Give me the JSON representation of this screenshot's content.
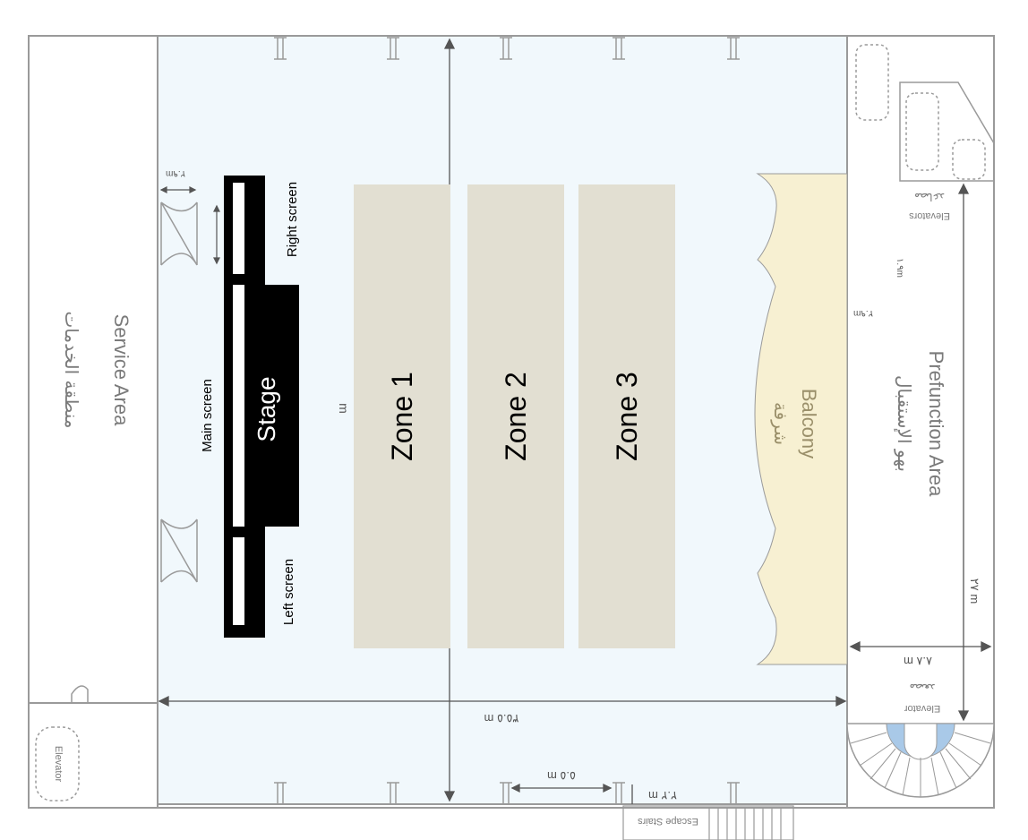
{
  "labels": {
    "service_area": "Service Area",
    "service_area_ar": "منطقة الخدمات",
    "prefunction_area": "Prefunction Area",
    "prefunction_area_ar": "بهو الإستقبال",
    "stage": "Stage",
    "main_screen": "Main screen",
    "right_screen": "Right screen",
    "left_screen": "Left screen",
    "zone1": "Zone 1",
    "zone2": "Zone 2",
    "zone3": "Zone 3",
    "balcony": "Balcony",
    "balcony_ar": "شرفة",
    "elevator_left": "Elevator",
    "elevators_top": "Elevators",
    "elevators_top_ar": "مصاعد",
    "elevator_bottom": "Elevator",
    "elevator_bottom_ar": "مصعد",
    "escape_stairs": "Escape Stairs"
  },
  "dimensions": {
    "hall_length": "٣٥.٥ m",
    "hall_width_partial": "m",
    "prefunction_length": "٢٧ m",
    "prefunction_width": "٨.٨ m",
    "door_width_left": "٢.٩m",
    "door_width_right": "٢.٩m",
    "door_depth_right": "١.٩m",
    "stairs_gap": "٥.٥ m",
    "stairs_width": "٢.٢ m"
  },
  "colors": {
    "hall_fill": "#f1f8fc",
    "line": "#9a9a9a",
    "zone_fill": "#e2dfd2",
    "balcony_fill": "#f7f0d2",
    "stage_fill": "#000000",
    "screen_fill": "#ffffff",
    "elevator_blue": "#a9c9e8"
  }
}
